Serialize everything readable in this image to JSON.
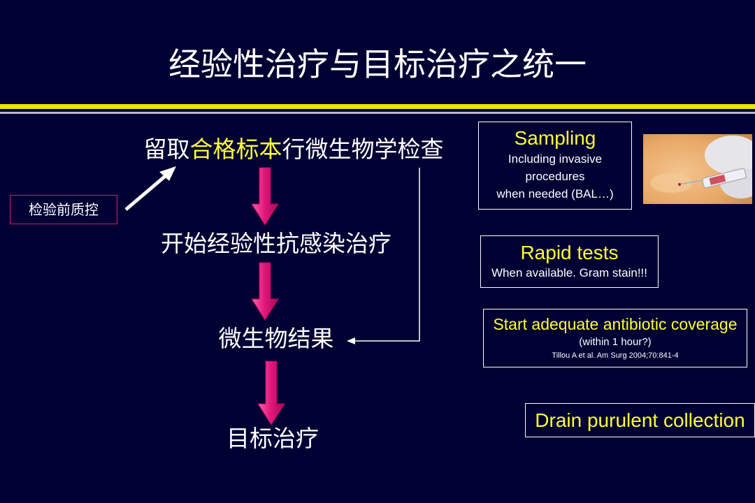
{
  "title": "经验性治疗与目标治疗之统一",
  "steps": {
    "step1_prefix": "留取",
    "step1_highlight": "合格标本",
    "step1_suffix": "行微生物学检查",
    "step2": "开始经验性抗感染治疗",
    "step3": "微生物结果",
    "step4": "目标治疗"
  },
  "quality_control": "检验前质控",
  "boxes": {
    "sampling": {
      "heading": "Sampling",
      "lines": [
        "Including invasive",
        "procedures",
        "when needed (BAL…)"
      ]
    },
    "rapid_tests": {
      "heading": "Rapid tests",
      "line": "When available. Gram stain!!!"
    },
    "antibiotic": {
      "heading": "Start adequate antibiotic coverage",
      "line": "(within 1 hour?)",
      "citation": "Tillou A et al. Am Surg 2004;70:841-4"
    },
    "drain": {
      "heading": "Drain purulent collection"
    }
  },
  "colors": {
    "background": "#000033",
    "highlight": "#ffff33",
    "arrow": "#e0157a",
    "rule": "#e6e600"
  },
  "images": {
    "photo": "syringe-sampling-photo"
  }
}
